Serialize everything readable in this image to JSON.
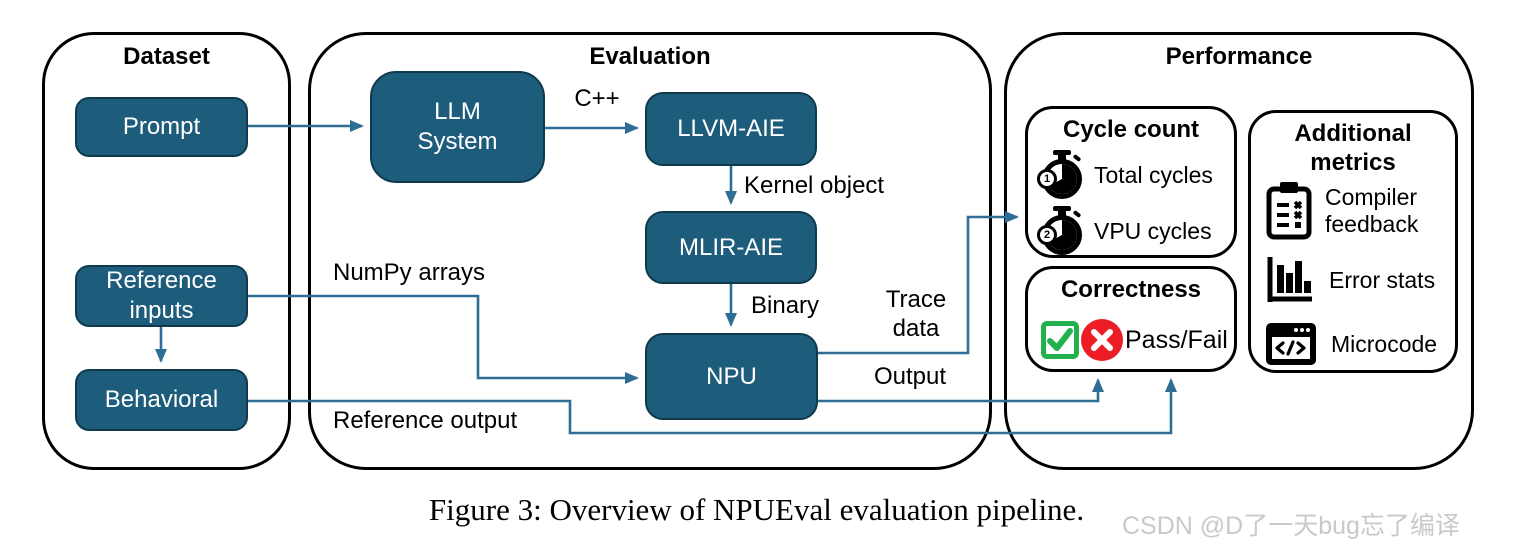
{
  "colors": {
    "node_fill": "#1E5C7B",
    "node_border": "#0F3A4E",
    "arrow": "#2E6E94",
    "pass_green": "#23B14D",
    "fail_red": "#EC1D25",
    "panel_border": "#000000"
  },
  "panels": {
    "dataset": {
      "title": "Dataset"
    },
    "evaluation": {
      "title": "Evaluation"
    },
    "performance": {
      "title": "Performance"
    }
  },
  "nodes": {
    "prompt": {
      "label": "Prompt"
    },
    "reference_inputs": {
      "label": "Reference\ninputs"
    },
    "behavioral": {
      "label": "Behavioral"
    },
    "llm_system": {
      "label": "LLM\nSystem"
    },
    "llvm_aie": {
      "label": "LLVM-AIE"
    },
    "mlir_aie": {
      "label": "MLIR-AIE"
    },
    "npu": {
      "label": "NPU"
    }
  },
  "edge_labels": {
    "cpp": "C++",
    "kernel_object": "Kernel object",
    "binary": "Binary",
    "trace_data": "Trace\ndata",
    "output": "Output",
    "numpy_arrays": "NumPy arrays",
    "reference_output": "Reference output"
  },
  "performance": {
    "cycle_count": {
      "title": "Cycle count",
      "items": [
        {
          "icon": "stopwatch-1-icon",
          "badge": "1",
          "label": "Total cycles"
        },
        {
          "icon": "stopwatch-2-icon",
          "badge": "2",
          "label": "VPU cycles"
        }
      ]
    },
    "correctness": {
      "title": "Correctness",
      "result_label": "Pass/Fail"
    },
    "additional_metrics": {
      "title": "Additional\nmetrics",
      "items": [
        {
          "icon": "clipboard-icon",
          "label": "Compiler\nfeedback"
        },
        {
          "icon": "bar-chart-icon",
          "label": "Error stats"
        },
        {
          "icon": "code-window-icon",
          "label": "Microcode"
        }
      ]
    }
  },
  "caption": {
    "text": "Figure 3: Overview of NPUEval evaluation pipeline."
  },
  "watermark": {
    "text": "CSDN @D了一天bug忘了编译"
  }
}
